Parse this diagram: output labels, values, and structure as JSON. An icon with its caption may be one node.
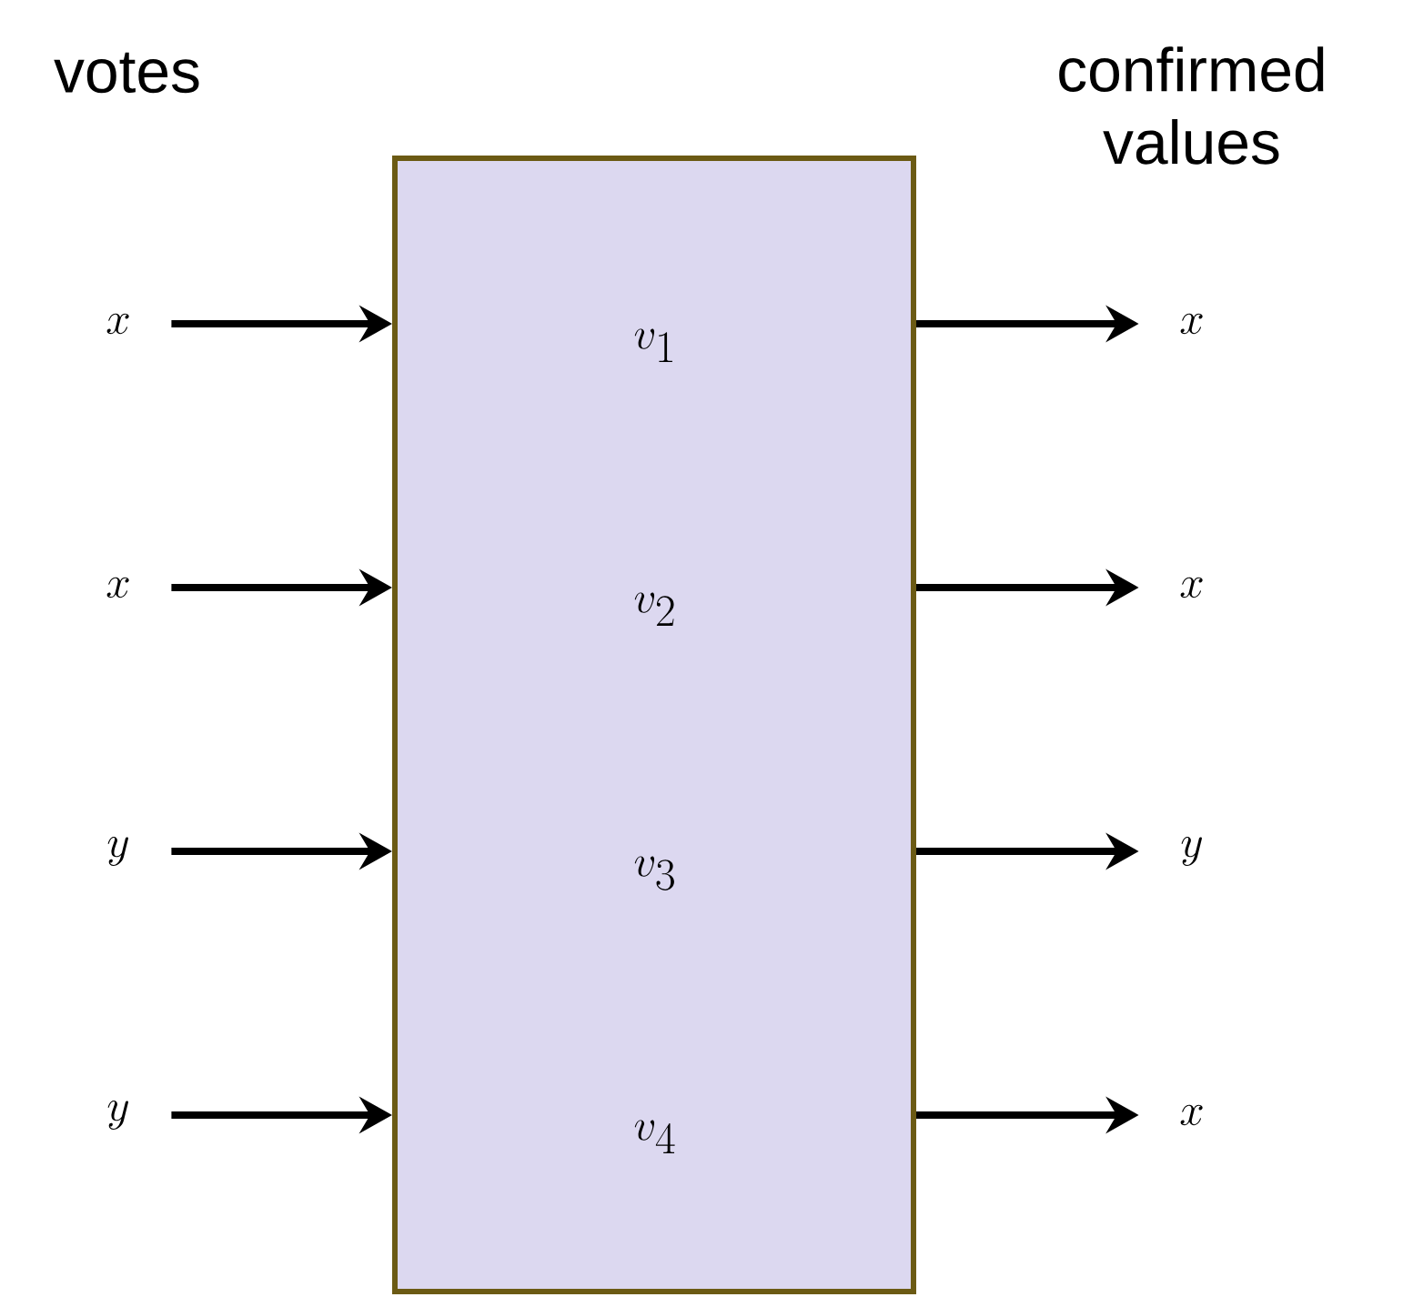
{
  "diagram": {
    "nodes": [
      {
        "text": [
          "v_1",
          "v_2",
          "v_3",
          "v_4"
        ]
      },
      {
        "text": [
          "x"
        ]
      },
      {
        "text": [
          "x"
        ]
      },
      {
        "text": [
          "y"
        ]
      },
      {
        "text": [
          "y"
        ]
      },
      {
        "text": [
          "x"
        ]
      },
      {
        "text": [
          "x"
        ]
      },
      {
        "text": [
          "y"
        ]
      },
      {
        "text": [
          "x"
        ]
      }
    ],
    "edges": [
      {
        "from": 1,
        "to": 0,
        "arrow": "to"
      },
      {
        "from": 2,
        "to": 0,
        "arrow": "to"
      },
      {
        "from": 3,
        "to": 0,
        "arrow": "to"
      },
      {
        "from": 4,
        "to": 0,
        "arrow": "to"
      },
      {
        "from": 0,
        "to": 5,
        "arrow": "to"
      },
      {
        "from": 0,
        "to": 6,
        "arrow": "to"
      },
      {
        "from": 0,
        "to": 7,
        "arrow": "to"
      },
      {
        "from": 0,
        "to": 8,
        "arrow": "to"
      }
    ],
    "labels": [
      "votes",
      "confirmed values"
    ]
  }
}
